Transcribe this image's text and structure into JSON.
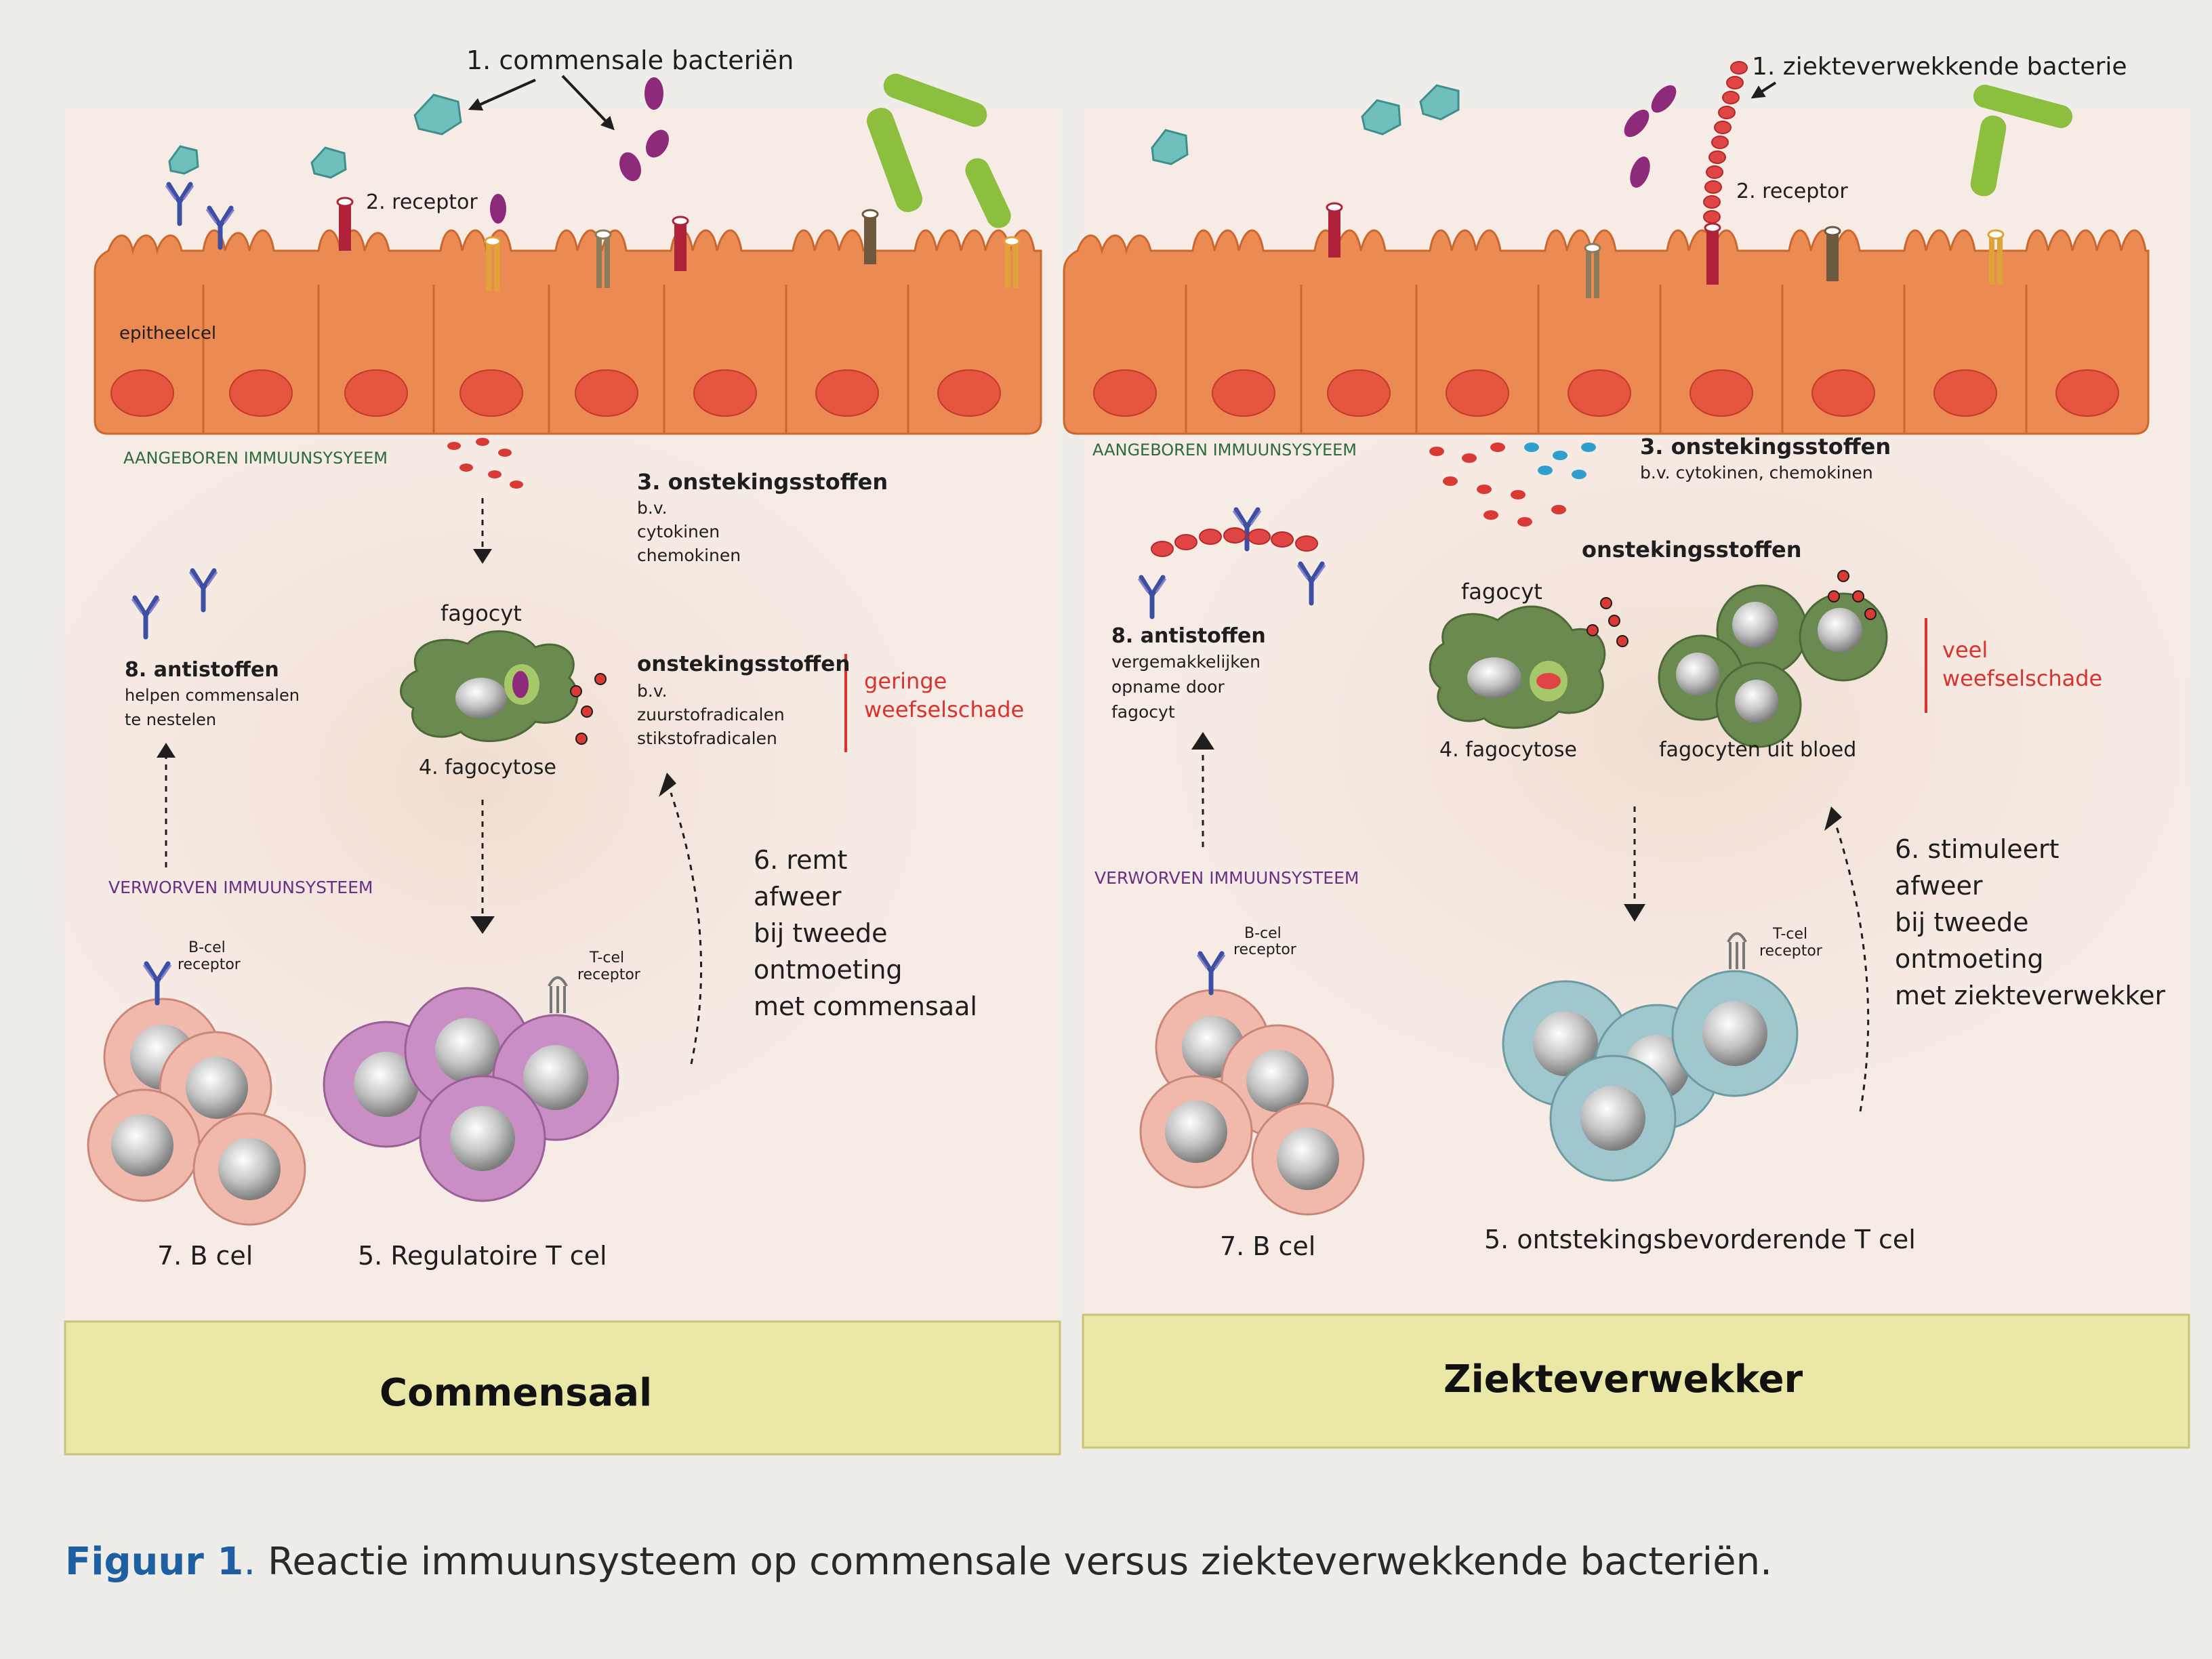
{
  "left": {
    "bacteria_label": "1. commensale bacteriën",
    "receptor_label": "2. receptor",
    "epithelium_label": "epitheelcel",
    "innate_label": "AANGEBOREN IMMUUNSYSYEEM",
    "infl3_title": "3. onstekingsstoffen",
    "infl3_lines": [
      "b.v.",
      "cytokinen",
      "chemokinen"
    ],
    "phagocyte_label": "fagocyt",
    "phagocytosis_label": "4. fagocytose",
    "infl_title": "onstekingsstoffen",
    "infl_lines": [
      "b.v.",
      "zuurstofradicalen",
      "stikstofradicalen"
    ],
    "damage_lines": [
      "geringe",
      "weefselschade"
    ],
    "antibodies_title": "8. antistoffen",
    "antibodies_lines": [
      "helpen commensalen",
      "te nestelen"
    ],
    "acquired_label": "VERWORVEN IMMUUNSYSTEEM",
    "bcell_receptor_lines": [
      "B-cel",
      "receptor"
    ],
    "tcell_receptor_lines": [
      "T-cel",
      "receptor"
    ],
    "effect_lines": [
      "6. remt",
      "afweer",
      "bij tweede",
      "ontmoeting",
      "met commensaal"
    ],
    "bcell_label": "7. B cel",
    "tcell_label": "5. Regulatoire T cel",
    "banner": "Commensaal"
  },
  "right": {
    "bacteria_label": "1. ziekteverwekkende bacterie",
    "receptor_label": "2. receptor",
    "innate_label": "AANGEBOREN IMMUUNSYSYEEM",
    "infl3_title": "3. onstekingsstoffen",
    "infl3_lines": [
      "b.v. cytokinen, chemokinen"
    ],
    "infl_title": "onstekingsstoffen",
    "phagocyte_label": "fagocyt",
    "phagocytosis_label": "4. fagocytose",
    "blood_phagocytes_label": "fagocyten uit bloed",
    "damage_lines": [
      "veel",
      "weefselschade"
    ],
    "antibodies_title": "8. antistoffen",
    "antibodies_lines": [
      "vergemakkelijken",
      "opname door",
      "fagocyt"
    ],
    "acquired_label": "VERWORVEN IMMUUNSYSTEEM",
    "bcell_receptor_lines": [
      "B-cel",
      "receptor"
    ],
    "tcell_receptor_lines": [
      "T-cel",
      "receptor"
    ],
    "effect_lines": [
      "6. stimuleert",
      "afweer",
      "bij tweede",
      "ontmoeting",
      "met ziekteverwekker"
    ],
    "bcell_label": "7. B cel",
    "tcell_label": "5. ontstekingsbevorderende T cel",
    "banner": "Ziekteverwekker"
  },
  "caption": {
    "figure": "Figuur 1",
    "sep": ".",
    "text": " Reactie immuunsysteem op commensale versus ziekteverwekkende bacteriën."
  },
  "colors": {
    "epithelium": "#eb8a52",
    "nucleus": "#e5553f",
    "banner": "#ebe7a6",
    "phagocyte": "#6b8a50",
    "b_cell": "#f1b9ab",
    "regulatory_t_cell": "#c98fc4",
    "inflammatory_t_cell": "#9fc7cd",
    "damage_text": "#d8332c"
  }
}
